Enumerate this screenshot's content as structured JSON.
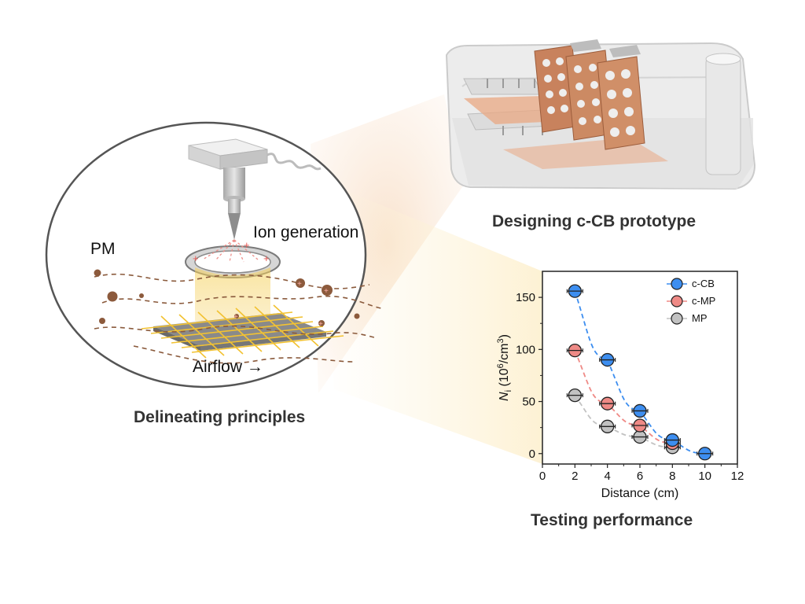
{
  "captions": {
    "prototype": "Designing c-CB prototype",
    "principles": "Delineating principles",
    "performance": "Testing performance"
  },
  "principle_labels": {
    "ion_generation": "Ion generation",
    "pm": "PM",
    "airflow": "Airflow →"
  },
  "colors": {
    "c_cb": "#3d8ef0",
    "c_mp": "#ef8a86",
    "mp": "#c2c2c2",
    "copper": "#c8825d",
    "yellow_field": "#f5cc4a"
  },
  "chart_data": {
    "type": "scatter",
    "xlabel": "Distance (cm)",
    "ylabel_symbol": "N",
    "ylabel_subscript": "i",
    "ylabel_unit_open": " (10",
    "ylabel_unit_exp1": "6",
    "ylabel_unit_mid": "/cm",
    "ylabel_unit_exp2": "3",
    "ylabel_unit_close": ")",
    "xlim": [
      0,
      12
    ],
    "ylim": [
      -10,
      175
    ],
    "xticks": [
      "0",
      "2",
      "4",
      "6",
      "8",
      "10",
      "12"
    ],
    "yticks": [
      "0",
      "50",
      "100",
      "150"
    ],
    "legend_position": "top-right",
    "grid": false,
    "series": [
      {
        "name": "c-CB",
        "color": "#3d8ef0",
        "x": [
          2,
          4,
          6,
          8,
          10
        ],
        "y": [
          156,
          90,
          41,
          13,
          0
        ]
      },
      {
        "name": "c-MP",
        "color": "#ef8a86",
        "x": [
          2,
          4,
          6,
          8
        ],
        "y": [
          99,
          48,
          27,
          10
        ]
      },
      {
        "name": "MP",
        "color": "#c2c2c2",
        "x": [
          2,
          4,
          6,
          8
        ],
        "y": [
          56,
          26,
          16,
          6
        ]
      }
    ]
  }
}
